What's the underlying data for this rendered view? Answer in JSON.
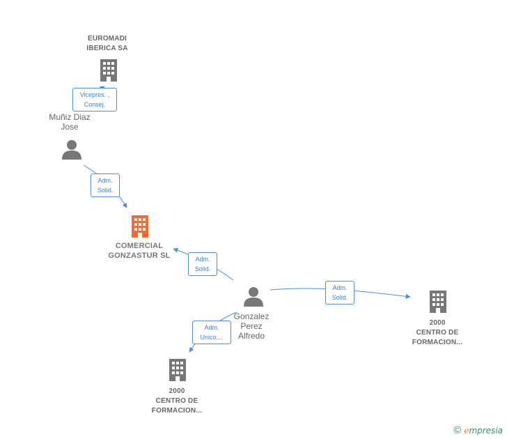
{
  "nodes": {
    "euromadi": {
      "line1": "EUROMADI",
      "line2": "IBERICA SA",
      "icon": "building-icon",
      "color": "#777777"
    },
    "munoz": {
      "line1": "Muñiz Diaz",
      "line2": "Jose",
      "icon": "person-icon",
      "color": "#777777"
    },
    "comercial": {
      "line1": "COMERCIAL",
      "line2": "GONZASTUR SL",
      "icon": "building-icon",
      "color": "#f26a35"
    },
    "gonzalez": {
      "line1": "Gonzalez",
      "line2": "Perez",
      "line3": "Alfredo",
      "icon": "person-icon",
      "color": "#777777"
    },
    "centro_right": {
      "line1": "2000",
      "line2": "CENTRO DE",
      "line3": "FORMACION...",
      "icon": "building-icon",
      "color": "#777777"
    },
    "centro_bottom": {
      "line1": "2000",
      "line2": "CENTRO DE",
      "line3": "FORMACION...",
      "icon": "building-icon",
      "color": "#777777"
    }
  },
  "relations": {
    "r1": {
      "line1": "Vicepres. ,",
      "line2": "Consej."
    },
    "r2": {
      "line1": "Adm.",
      "line2": "Solid."
    },
    "r3": {
      "line1": "Adm.",
      "line2": "Solid."
    },
    "r4": {
      "line1": "Adm.",
      "line2": "Solid."
    },
    "r5": {
      "line1": "Adm.",
      "line2": "Unico,..."
    }
  },
  "colors": {
    "edge": "#4a8fd6",
    "node": "#777777",
    "focus": "#f26a35"
  },
  "brand": {
    "copyright": "©",
    "first_letter": "e",
    "rest": "mpresia"
  }
}
